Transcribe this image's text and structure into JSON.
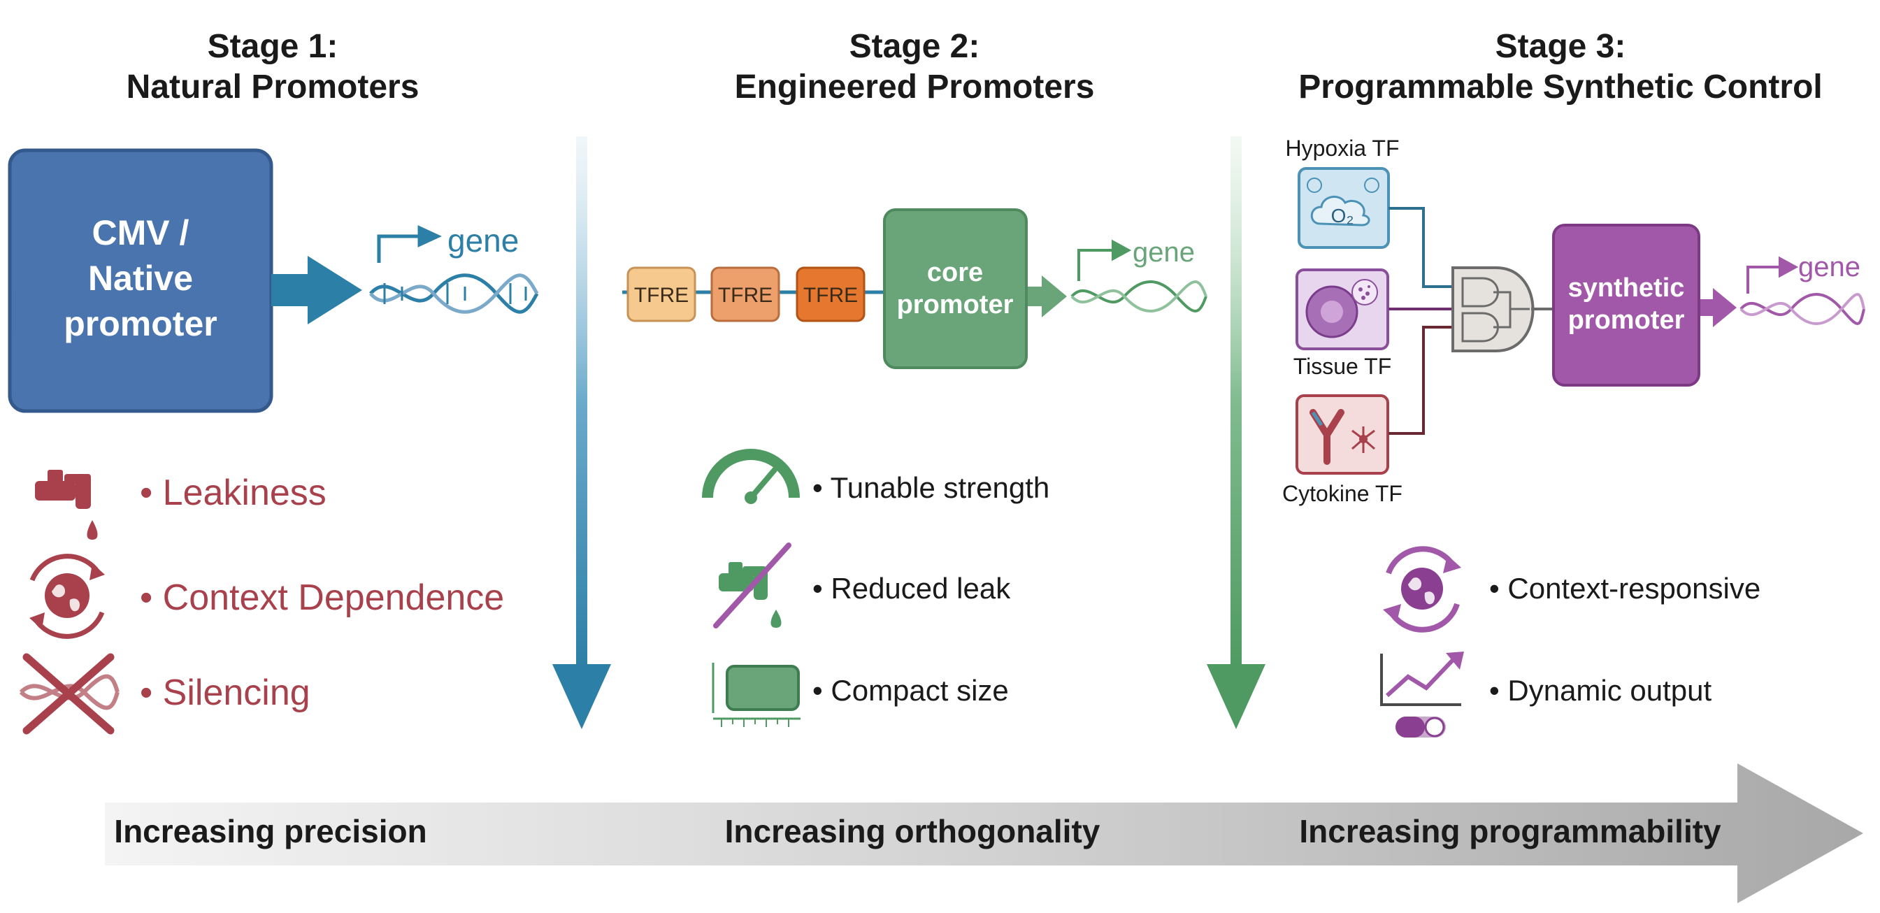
{
  "stages": [
    {
      "line1": "Stage 1:",
      "line2": "Natural Promoters"
    },
    {
      "line1": "Stage 2:",
      "line2": "Engineered Promoters"
    },
    {
      "line1": "Stage 3:",
      "line2": "Programmable Synthetic Control"
    }
  ],
  "stage1": {
    "promoter": [
      "CMV /",
      "Native",
      "promoter"
    ],
    "gene": "gene",
    "issues": [
      "• Leakiness",
      "• Context Dependence",
      "• Silencing"
    ],
    "icons": [
      "faucet-icon",
      "globe-cycle-icon",
      "crossed-dna-icon"
    ]
  },
  "stage2": {
    "tfres": [
      "TFRE",
      "TFRE",
      "TFRE"
    ],
    "core": [
      "core",
      "promoter"
    ],
    "gene": "gene",
    "features": [
      "• Tunable strength",
      "• Reduced leak",
      "• Compact size"
    ],
    "icons": [
      "gauge-icon",
      "crossed-faucet-icon",
      "chip-icon"
    ]
  },
  "stage3": {
    "inputs": [
      "Hypoxia TF",
      "Tissue TF",
      "Cytokine TF"
    ],
    "o2": "O₂",
    "synthetic": [
      "synthetic",
      "promoter"
    ],
    "gene": "gene",
    "features": [
      "• Context-responsive",
      "• Dynamic output"
    ],
    "icons": [
      "globe-cycle-icon",
      "chart-toggle-icon"
    ]
  },
  "bottom_labels": [
    "Increasing precision",
    "Increasing orthogonality",
    "Increasing programmability"
  ],
  "colors": {
    "blue": "#4a74ad",
    "teal": "#2c7fa6",
    "red": "#a8414b",
    "green": "#6aa57a",
    "orange_light": "#f6c98f",
    "orange_mid": "#eea06c",
    "orange_dark": "#e5782e",
    "purple": "#a258a8",
    "stroke_text": "#1a1a1a"
  }
}
